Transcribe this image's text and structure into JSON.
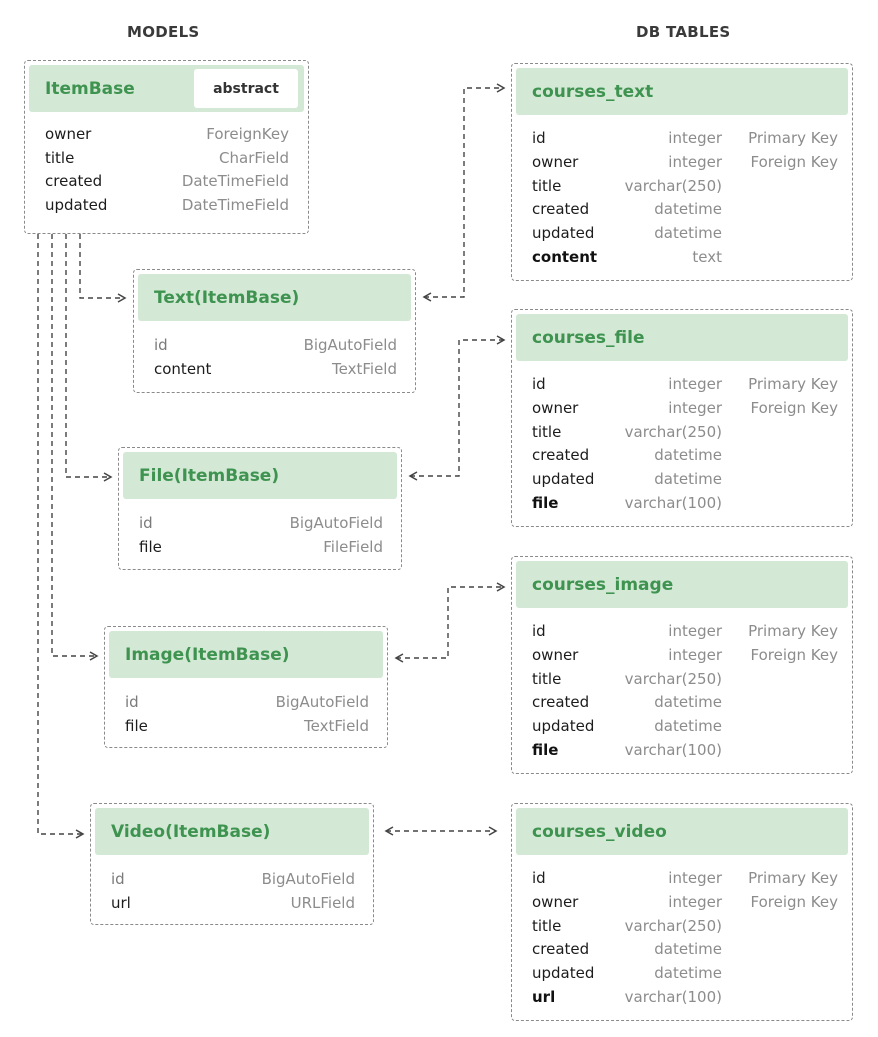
{
  "headings": {
    "models": "MODELS",
    "tables": "DB TABLES"
  },
  "item_base": {
    "title": "ItemBase",
    "badge": "abstract",
    "fields": [
      {
        "name": "owner",
        "type": "ForeignKey"
      },
      {
        "name": "title",
        "type": "CharField"
      },
      {
        "name": "created",
        "type": "DateTimeField"
      },
      {
        "name": "updated",
        "type": "DateTimeField"
      }
    ]
  },
  "models": [
    {
      "title": "Text(ItemBase)",
      "fields": [
        {
          "name": "id",
          "type": "BigAutoField",
          "muted": true
        },
        {
          "name": "content",
          "type": "TextField"
        }
      ]
    },
    {
      "title": "File(ItemBase)",
      "fields": [
        {
          "name": "id",
          "type": "BigAutoField",
          "muted": true
        },
        {
          "name": "file",
          "type": "FileField"
        }
      ]
    },
    {
      "title": "Image(ItemBase)",
      "fields": [
        {
          "name": "id",
          "type": "BigAutoField",
          "muted": true
        },
        {
          "name": "file",
          "type": "TextField"
        }
      ]
    },
    {
      "title": "Video(ItemBase)",
      "fields": [
        {
          "name": "id",
          "type": "BigAutoField",
          "muted": true
        },
        {
          "name": "url",
          "type": "URLField"
        }
      ]
    }
  ],
  "tables": [
    {
      "title": "courses_text",
      "columns": [
        {
          "name": "id",
          "type": "integer",
          "key": "Primary Key"
        },
        {
          "name": "owner",
          "type": "integer",
          "key": "Foreign Key"
        },
        {
          "name": "title",
          "type": "varchar(250)"
        },
        {
          "name": "created",
          "type": "datetime"
        },
        {
          "name": "updated",
          "type": "datetime"
        },
        {
          "name": "content",
          "type": "text",
          "bold": true
        }
      ]
    },
    {
      "title": "courses_file",
      "columns": [
        {
          "name": "id",
          "type": "integer",
          "key": "Primary Key"
        },
        {
          "name": "owner",
          "type": "integer",
          "key": "Foreign Key"
        },
        {
          "name": "title",
          "type": "varchar(250)"
        },
        {
          "name": "created",
          "type": "datetime"
        },
        {
          "name": "updated",
          "type": "datetime"
        },
        {
          "name": "file",
          "type": "varchar(100)",
          "bold": true
        }
      ]
    },
    {
      "title": "courses_image",
      "columns": [
        {
          "name": "id",
          "type": "integer",
          "key": "Primary Key"
        },
        {
          "name": "owner",
          "type": "integer",
          "key": "Foreign Key"
        },
        {
          "name": "title",
          "type": "varchar(250)"
        },
        {
          "name": "created",
          "type": "datetime"
        },
        {
          "name": "updated",
          "type": "datetime"
        },
        {
          "name": "file",
          "type": "varchar(100)",
          "bold": true
        }
      ]
    },
    {
      "title": "courses_video",
      "columns": [
        {
          "name": "id",
          "type": "integer",
          "key": "Primary Key"
        },
        {
          "name": "owner",
          "type": "integer",
          "key": "Foreign Key"
        },
        {
          "name": "title",
          "type": "varchar(250)"
        },
        {
          "name": "created",
          "type": "datetime"
        },
        {
          "name": "updated",
          "type": "datetime"
        },
        {
          "name": "url",
          "type": "varchar(100)",
          "bold": true
        }
      ]
    }
  ],
  "colors": {
    "header_bg": "#d3e9d5",
    "title": "#3f9350",
    "border": "#8a8a8a",
    "connector": "#444444"
  }
}
